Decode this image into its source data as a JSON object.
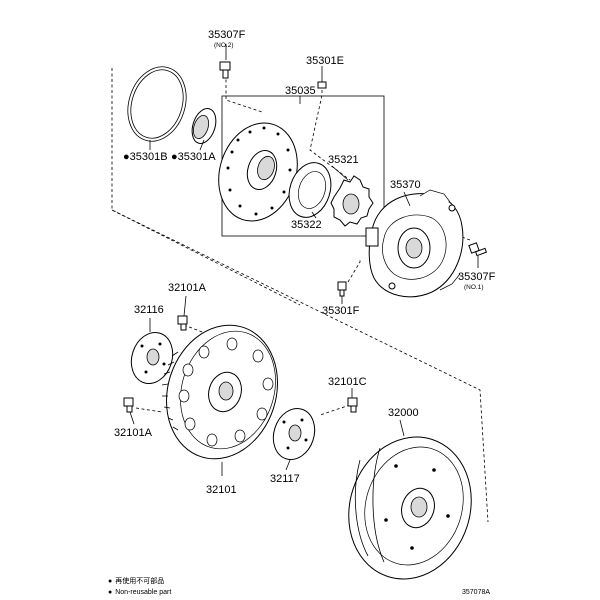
{
  "labels": {
    "p35307F_top": "35307F",
    "p35307F_top_sub": "(NO.2)",
    "p35301E": "35301E",
    "p35035": "35035",
    "p35301B": "35301B",
    "p35301A": "35301A",
    "p35321": "35321",
    "p35322": "35322",
    "p35370": "35370",
    "p35307F_right": "35307F",
    "p35307F_right_sub": "(NO.1)",
    "p35301F": "35301F",
    "p32101A_top": "32101A",
    "p32116": "32116",
    "p32101C": "32101C",
    "p32101A_left": "32101A",
    "p32000": "32000",
    "p32101": "32101",
    "p32117": "32117"
  },
  "legend": {
    "bullet": "●",
    "line1": "再使用不可部品",
    "line2": "Non-reusable part"
  },
  "figure_code": "357078A",
  "non_reusable_marker": "●"
}
